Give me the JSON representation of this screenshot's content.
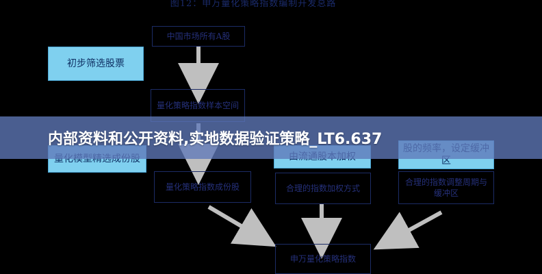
{
  "figure_title": "图12：申万量化策略指数编制开发总路",
  "nodes": {
    "all_a_shares": "中国市场所有A股",
    "initial_screen": "初步筛选股票",
    "sample_space": "量化策略指数样本空间",
    "model_selection": "量化模型精选成份股",
    "weighting_method": "由流通股本加权",
    "right_top": "股的频率，设定缓冲区",
    "compile_method": "量化策略指数成份股",
    "weighting_mid": "合理的指数加权方式",
    "rebalance": "合理的指数调整周期与缓冲区",
    "final_index": "申万量化策略指数"
  },
  "banner": {
    "headline": "内部资料和公开资料,实地数据验证策略_LT6.637"
  },
  "colors": {
    "background": "#000000",
    "box_border": "#1c2c66",
    "box_text": "#25307a",
    "highlight_fill": "#7fd0ef",
    "arrow": "#bfbfbf",
    "banner": "#5f78b9"
  }
}
